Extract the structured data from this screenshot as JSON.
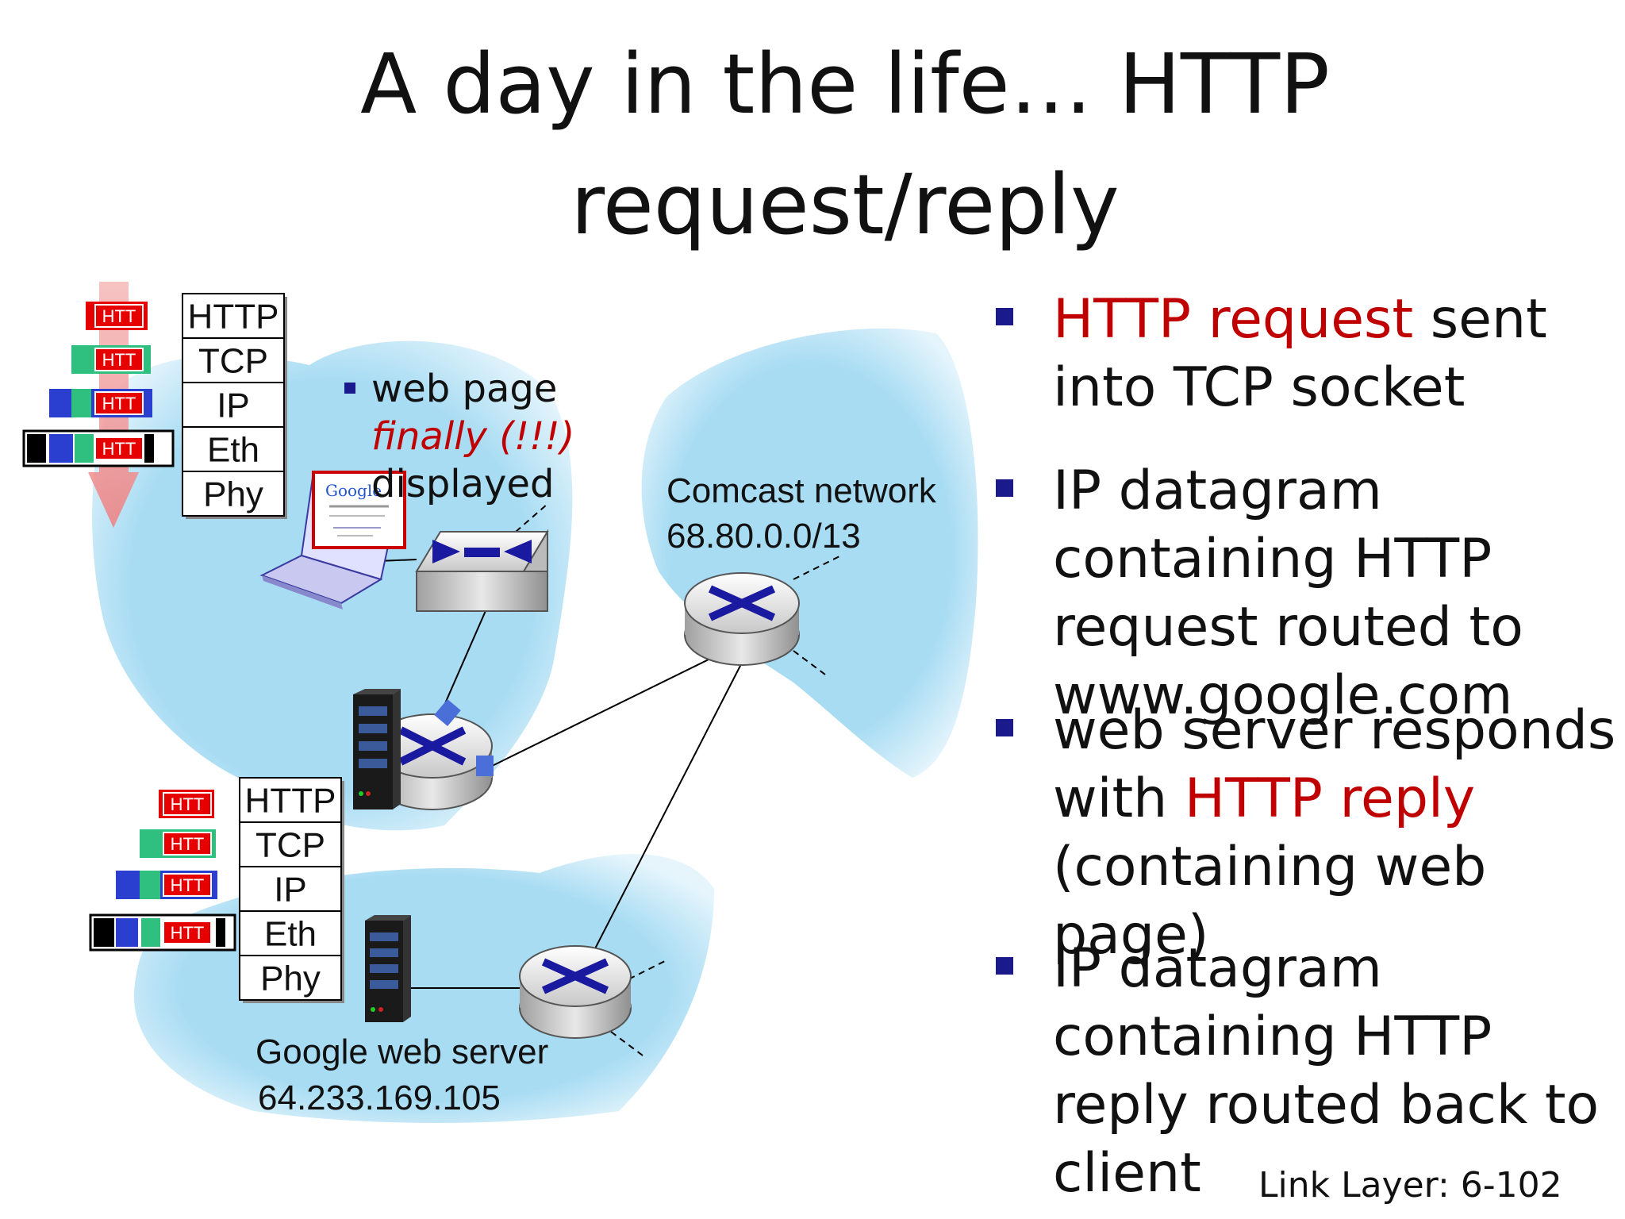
{
  "title": {
    "line1": "A day in the life… HTTP",
    "line2": "request/reply"
  },
  "client_stack": [
    "HTTP",
    "TCP",
    "IP",
    "Eth",
    "Phy"
  ],
  "server_stack": [
    "HTTP",
    "TCP",
    "IP",
    "Eth",
    "Phy"
  ],
  "packet_tag": "HTT",
  "web_page_note": {
    "line1": "web page",
    "line2": "finally (!!!)",
    "line3": "displayed"
  },
  "browser_logo": "Google",
  "comcast": {
    "name": "Comcast network",
    "prefix": "68.80.0.0/13"
  },
  "google_server": {
    "name": "Google web server",
    "ip": "64.233.169.105"
  },
  "bullets": [
    {
      "pre": "",
      "red": "HTTP request",
      "post": " sent into TCP socket"
    },
    {
      "pre": "IP datagram containing HTTP request routed to www.google.com",
      "red": "",
      "post": ""
    },
    {
      "pre": "web server responds with ",
      "red": "HTTP reply",
      "post": " (containing web page)"
    },
    {
      "pre": "IP datagram containing HTTP reply routed back to client",
      "red": "",
      "post": ""
    }
  ],
  "footer": "Link Layer: 6-102",
  "colors": {
    "cloud": "#a8dcf3",
    "accent_red": "#c00000",
    "bullet_blue": "#1a1a8c",
    "router_x": "#1a1aa0"
  }
}
